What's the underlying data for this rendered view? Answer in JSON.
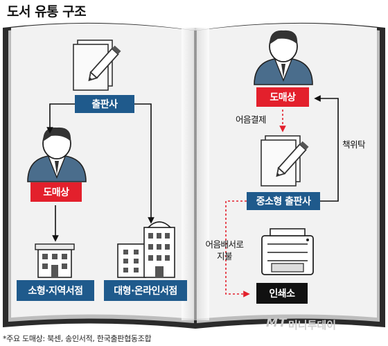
{
  "title": "도서 유통 구조",
  "footnote": "*주요 도매상: 북센, 송인서적, 한국출판협동조합",
  "watermark": {
    "logo": "MT",
    "name": "머니투데이"
  },
  "left_page": {
    "publisher": "출판사",
    "wholesaler": "도매상",
    "small_store": "소형·지역서점",
    "large_store": "대형·온라인서점"
  },
  "right_page": {
    "wholesaler": "도매상",
    "smb_publisher": "중소형 출판사",
    "printer": "인쇄소",
    "promissory_note": "어음결제",
    "consignment": "책위탁",
    "pay_note_line1": "어음배서로",
    "pay_note_line2": "지불"
  },
  "colors": {
    "blue": "#1f5a8c",
    "red": "#e3202c",
    "black": "#111111",
    "dashed_red": "#e3202c"
  }
}
